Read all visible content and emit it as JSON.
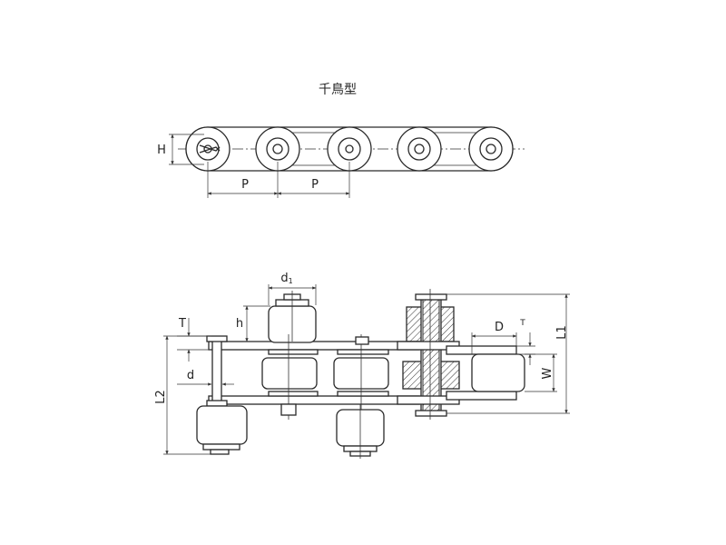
{
  "title": "千鳥型",
  "labels": {
    "H": "H",
    "P1": "P",
    "P2": "P",
    "d1_base": "d",
    "d1_sub": "1",
    "h": "h",
    "T_left": "T",
    "d": "d",
    "L2": "L2",
    "D": "D",
    "T_right": "T",
    "W": "W",
    "L1": "L1"
  },
  "colors": {
    "line": "#2a2a2a",
    "background": "#ffffff"
  }
}
